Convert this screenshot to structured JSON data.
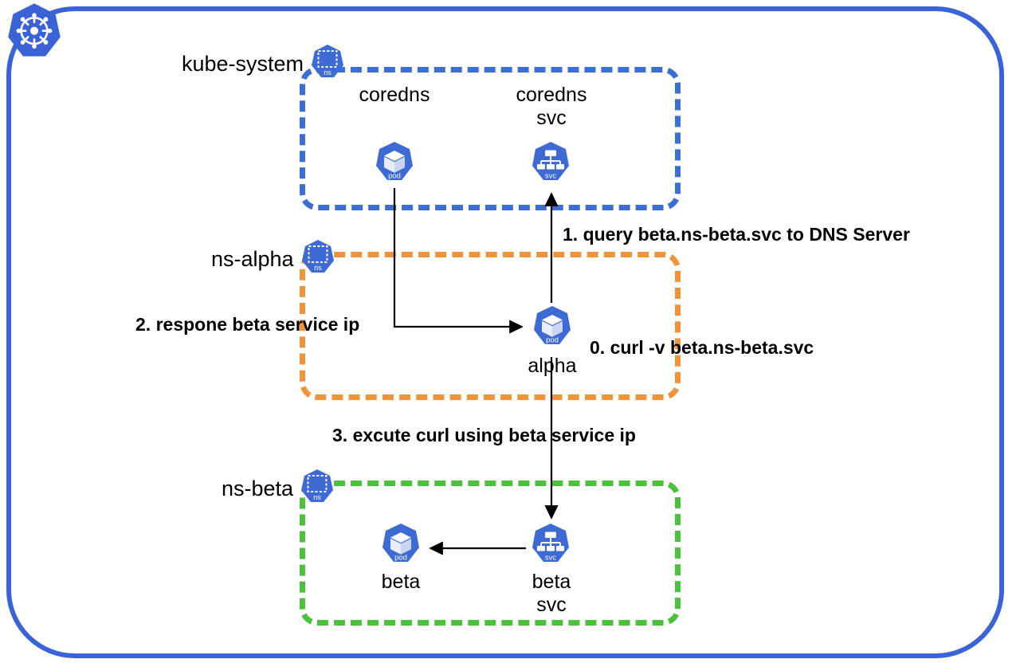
{
  "diagram": {
    "title": "Kubernetes DNS resolution flow",
    "cluster": {
      "logo_icon": "kubernetes-logo-icon",
      "border_color": "#3b63d8"
    },
    "namespaces": [
      {
        "id": "kube-system",
        "label": "kube-system",
        "icon": "ns-icon",
        "border_color": "#3b6fd4"
      },
      {
        "id": "ns-alpha",
        "label": "ns-alpha",
        "icon": "ns-icon",
        "border_color": "#f0943c"
      },
      {
        "id": "ns-beta",
        "label": "ns-beta",
        "icon": "ns-icon",
        "border_color": "#4cc13c"
      }
    ],
    "nodes": [
      {
        "id": "coredns-pod",
        "caption": "coredns",
        "icon": "pod-icon",
        "icon_label": "pod",
        "caption_position": "above"
      },
      {
        "id": "coredns-svc",
        "caption": "coredns\nsvc",
        "icon": "svc-icon",
        "icon_label": "svc",
        "caption_position": "above"
      },
      {
        "id": "alpha-pod",
        "caption": "alpha",
        "icon": "pod-icon",
        "icon_label": "pod",
        "caption_position": "below"
      },
      {
        "id": "beta-pod",
        "caption": "beta",
        "icon": "pod-icon",
        "icon_label": "pod",
        "caption_position": "below"
      },
      {
        "id": "beta-svc",
        "caption": "beta\nsvc",
        "icon": "svc-icon",
        "icon_label": "svc",
        "caption_position": "below"
      }
    ],
    "steps": [
      {
        "id": "step-0",
        "text": "0. curl -v beta.ns-beta.svc"
      },
      {
        "id": "step-1",
        "text": "1. query beta.ns-beta.svc to DNS Server"
      },
      {
        "id": "step-2",
        "text": "2. respone beta service ip"
      },
      {
        "id": "step-3",
        "text": "3. excute curl using beta service ip"
      }
    ],
    "colors": {
      "brand_blue": "#3b63d8",
      "namespace_blue": "#3b6fd4",
      "namespace_orange": "#f0943c",
      "namespace_green": "#4cc13c",
      "icon_blue": "#3d6ad3",
      "arrow_black": "#000000"
    }
  }
}
